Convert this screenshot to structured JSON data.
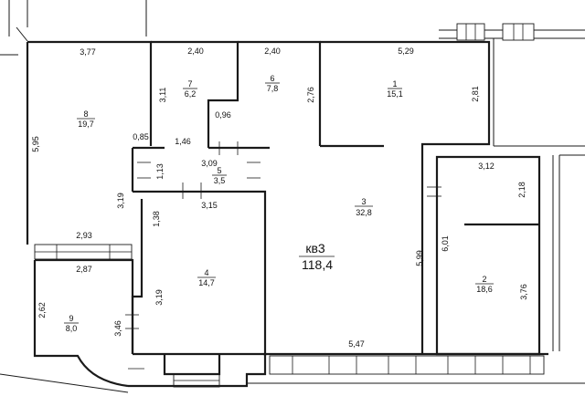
{
  "plan": {
    "apartment_label": "кв3",
    "total_area": "118,4",
    "rooms": [
      {
        "num": "1",
        "area": "15,1"
      },
      {
        "num": "2",
        "area": "18,6"
      },
      {
        "num": "3",
        "area": "32,8"
      },
      {
        "num": "4",
        "area": "14,7"
      },
      {
        "num": "5",
        "area": "3,5"
      },
      {
        "num": "6",
        "area": "7,8"
      },
      {
        "num": "7",
        "area": "6,2"
      },
      {
        "num": "8",
        "area": "19,7"
      },
      {
        "num": "9",
        "area": "8,0"
      }
    ],
    "dimensions": [
      {
        "id": "d_3_77",
        "text": "3,77"
      },
      {
        "id": "d_2_40a",
        "text": "2,40"
      },
      {
        "id": "d_2_40b",
        "text": "2,40"
      },
      {
        "id": "d_5_29",
        "text": "5,29"
      },
      {
        "id": "d_3_11",
        "text": "3,11"
      },
      {
        "id": "d_0_96",
        "text": "0,96"
      },
      {
        "id": "d_2_76",
        "text": "2,76"
      },
      {
        "id": "d_2_81",
        "text": "2,81"
      },
      {
        "id": "d_5_95",
        "text": "5,95"
      },
      {
        "id": "d_0_85",
        "text": "0,85"
      },
      {
        "id": "d_1_46",
        "text": "1,46"
      },
      {
        "id": "d_3_09",
        "text": "3,09"
      },
      {
        "id": "d_1_13",
        "text": "1,13"
      },
      {
        "id": "d_3_12",
        "text": "3,12"
      },
      {
        "id": "d_2_18",
        "text": "2,18"
      },
      {
        "id": "d_3_19a",
        "text": "3,19"
      },
      {
        "id": "d_3_15",
        "text": "3,15"
      },
      {
        "id": "d_1_38",
        "text": "1,38"
      },
      {
        "id": "d_2_93",
        "text": "2,93"
      },
      {
        "id": "d_2_87",
        "text": "2,87"
      },
      {
        "id": "d_6_01",
        "text": "6,01"
      },
      {
        "id": "d_5_99",
        "text": "5,99"
      },
      {
        "id": "d_3_76",
        "text": "3,76"
      },
      {
        "id": "d_2_62",
        "text": "2,62"
      },
      {
        "id": "d_3_19b",
        "text": "3,19"
      },
      {
        "id": "d_3_46",
        "text": "3,46"
      },
      {
        "id": "d_5_47",
        "text": "5,47"
      }
    ]
  }
}
